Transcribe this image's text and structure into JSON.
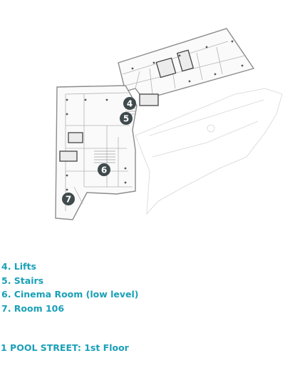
{
  "plan": {
    "markers": [
      {
        "num": "4",
        "label": "Lifts"
      },
      {
        "num": "5",
        "label": "Stairs"
      },
      {
        "num": "6",
        "label": "Cinema Room (low level)"
      },
      {
        "num": "7",
        "label": "Room 106"
      }
    ],
    "marker_color": "#3f4a4d",
    "accent_color": "#1aa0b8"
  },
  "legend": {
    "item4": "4. Lifts",
    "item5": "5. Stairs",
    "item6": "6. Cinema Room (low level)",
    "item7": "7. Room 106"
  },
  "caption": "1 POOL STREET: 1st Floor"
}
